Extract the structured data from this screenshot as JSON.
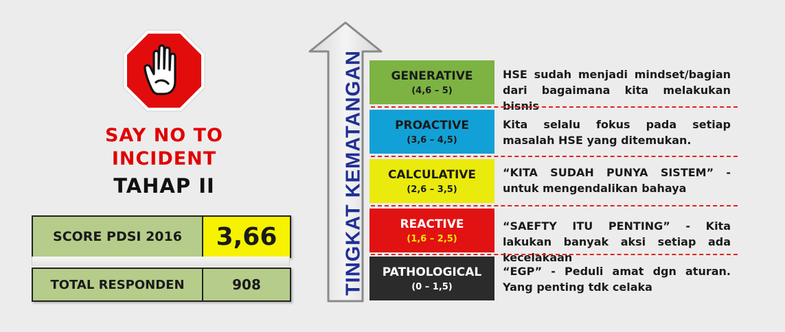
{
  "stop_sign": {
    "icon": "stop-hand-icon",
    "colors": {
      "octagon": "#e30c0c",
      "rim": "#ffffff"
    }
  },
  "slogan": {
    "line1": "SAY NO TO",
    "line2": "INCIDENT",
    "line3": "TAHAP II"
  },
  "scores": {
    "score_label": "SCORE PDSI 2016",
    "score_value": "3,66",
    "total_label": "TOTAL RESPONDEN",
    "total_value": "908"
  },
  "axis": {
    "label": "TINGKAT KEMATANGAN"
  },
  "levels": [
    {
      "name": "GENERATIVE",
      "range": "(4,6 – 5)",
      "color": "#7cb342",
      "text_color": "#1a1a1a",
      "range_color": "#1a1a1a",
      "description": "HSE sudah menjadi mindset/bagian dari bagaimana kita melakukan bisnis"
    },
    {
      "name": "PROACTIVE",
      "range": "(3,6 – 4,5)",
      "color": "#12a1d6",
      "text_color": "#1a1a1a",
      "range_color": "#1a1a1a",
      "description": "Kita selalu fokus pada setiap masalah HSE yang ditemukan."
    },
    {
      "name": "CALCULATIVE",
      "range": "(2,6 – 3,5)",
      "color": "#eaea0c",
      "text_color": "#1a1a1a",
      "range_color": "#1a1a1a",
      "description": "“KITA SUDAH PUNYA SISTEM” - untuk mengendalikan bahaya"
    },
    {
      "name": "REACTIVE",
      "range": "(1,6 – 2,5)",
      "color": "#e11212",
      "text_color": "#ffffff",
      "range_color": "#ffe600",
      "description": "“SAEFTY ITU PENTING” - Kita lakukan banyak aksi setiap ada kecelakaan"
    },
    {
      "name": "PATHOLOGICAL",
      "range": "(0 – 1,5)",
      "color": "#2b2b2b",
      "text_color": "#ffffff",
      "range_color": "#ffffff",
      "description": "“EGP” - Peduli amat dgn aturan. Yang penting tdk celaka"
    }
  ]
}
